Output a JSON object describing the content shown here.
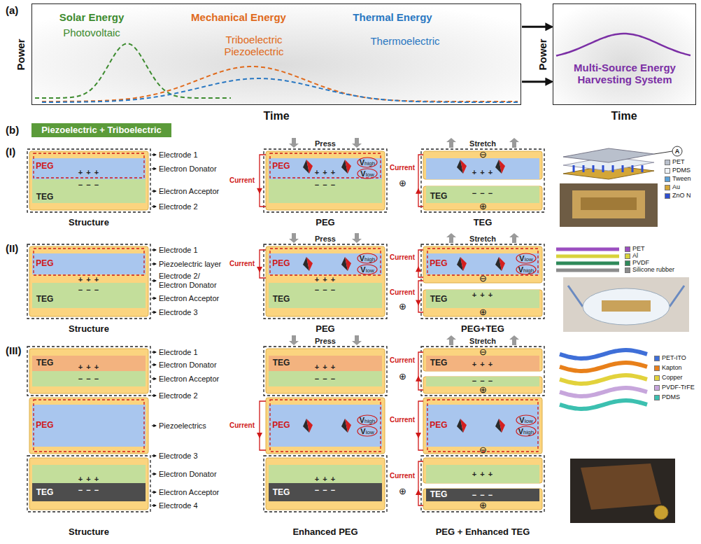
{
  "diagram": {
    "nodes": [
      {
        "text": [
          "Solar Energy",
          "Photovoltaic",
          "Mechanical Energy",
          "Triboelectric Piezoelectric",
          "Thermal Energy",
          "Thermoelectric"
        ]
      },
      {
        "text": [
          "Multi-Source Energy Harvesting System"
        ]
      },
      {
        "text": [
          "Piezoelectric + Triboelectric"
        ]
      },
      {
        "text": [
          "PEG",
          "+ + +",
          "− − −",
          "TEG",
          "Structure"
        ]
      },
      {
        "text": [
          "Press",
          "PEG",
          "Current",
          "Vhigh",
          "Vlow",
          "+ + +",
          "− − −",
          "PEG"
        ]
      },
      {
        "text": [
          "Stretch",
          "Current",
          "⊕",
          "⊖",
          "+ + +",
          "− − −",
          "TEG",
          "⊕",
          "TEG"
        ]
      },
      {
        "text": [
          "PEG",
          "+ + +",
          "− − −",
          "TEG",
          "Structure"
        ]
      },
      {
        "text": [
          "Press",
          "Current",
          "PEG",
          "Vhigh",
          "Vlow",
          "+ + +",
          "− − −",
          "TEG",
          "PEG"
        ]
      },
      {
        "text": [
          "Stretch",
          "Current",
          "PEG",
          "Vlow",
          "Vhigh",
          "⊖",
          "+ + +",
          "Current",
          "⊕",
          "⊕",
          "TEG",
          "PEG+TEG"
        ]
      },
      {
        "text": [
          "TEG",
          "+ + +",
          "− − −",
          "PEG",
          "+ + +",
          "− − −",
          "TEG",
          "Structure"
        ]
      },
      {
        "text": [
          "Press",
          "TEG",
          "+ + +",
          "− − −",
          "Current",
          "PEG",
          "Vhigh",
          "Vlow",
          "+ + +",
          "− − −",
          "TEG",
          "Enhanced PEG"
        ]
      },
      {
        "text": [
          "Stretch",
          "⊖",
          "Current",
          "⊕",
          "TEG",
          "+ + +",
          "− − −",
          "⊕",
          "Current",
          "PEG",
          "Vlow",
          "Vhigh",
          "⊖",
          "Current",
          "⊕",
          "+ + +",
          "− − −",
          "TEG",
          "⊕",
          "PEG + Enhanced TEG"
        ]
      }
    ],
    "edges": [
      {
        "from": 0,
        "to": 1,
        "arrow": "to"
      },
      {
        "from": 0,
        "to": 1,
        "arrow": "to"
      }
    ],
    "labels": [
      "(a)",
      "Power",
      "Time",
      "Power",
      "Time",
      "(b)",
      "(I)",
      "Electrode 1",
      "Electron Donator",
      "Electron Acceptor",
      "Electrode 2",
      "A",
      "(II)",
      "Electrode 1",
      "Piezoelectric layer",
      "Electrode 2/ Electron Donator",
      "Electron Acceptor",
      "Electrode 3",
      "(III)",
      "Electrode 1",
      "Electron Donator",
      "Electron Acceptor",
      "Electrode 2",
      "Piezoelectrics",
      "Electrode 3",
      "Electron Donator",
      "Electron Acceptor",
      "Electrode 4"
    ],
    "legend": [
      {
        "text": "PET",
        "color": "#b9c0cc"
      },
      {
        "text": "PDMS",
        "color": "#eef2f6"
      },
      {
        "text": "Tween",
        "color": "#5aa0d8"
      },
      {
        "text": "Au",
        "color": "#d4a637"
      },
      {
        "text": "ZnO N",
        "color": "#2f4fd0"
      },
      {
        "text": "PET",
        "color": "#9b4fc0"
      },
      {
        "text": "Al",
        "color": "#d8d23a"
      },
      {
        "text": "PVDF",
        "color": "#2f8a5a"
      },
      {
        "text": "Silicone rubber",
        "color": "#8c8c8c"
      },
      {
        "text": "PET-ITO",
        "color": "#3f6fd8"
      },
      {
        "text": "Kapton",
        "color": "#e8801a"
      },
      {
        "text": "Copper",
        "color": "#e2d23c"
      },
      {
        "text": "PVDF-TrFE",
        "color": "#c7a6dc"
      },
      {
        "text": "PDMS",
        "color": "#3cc0b0"
      }
    ]
  }
}
